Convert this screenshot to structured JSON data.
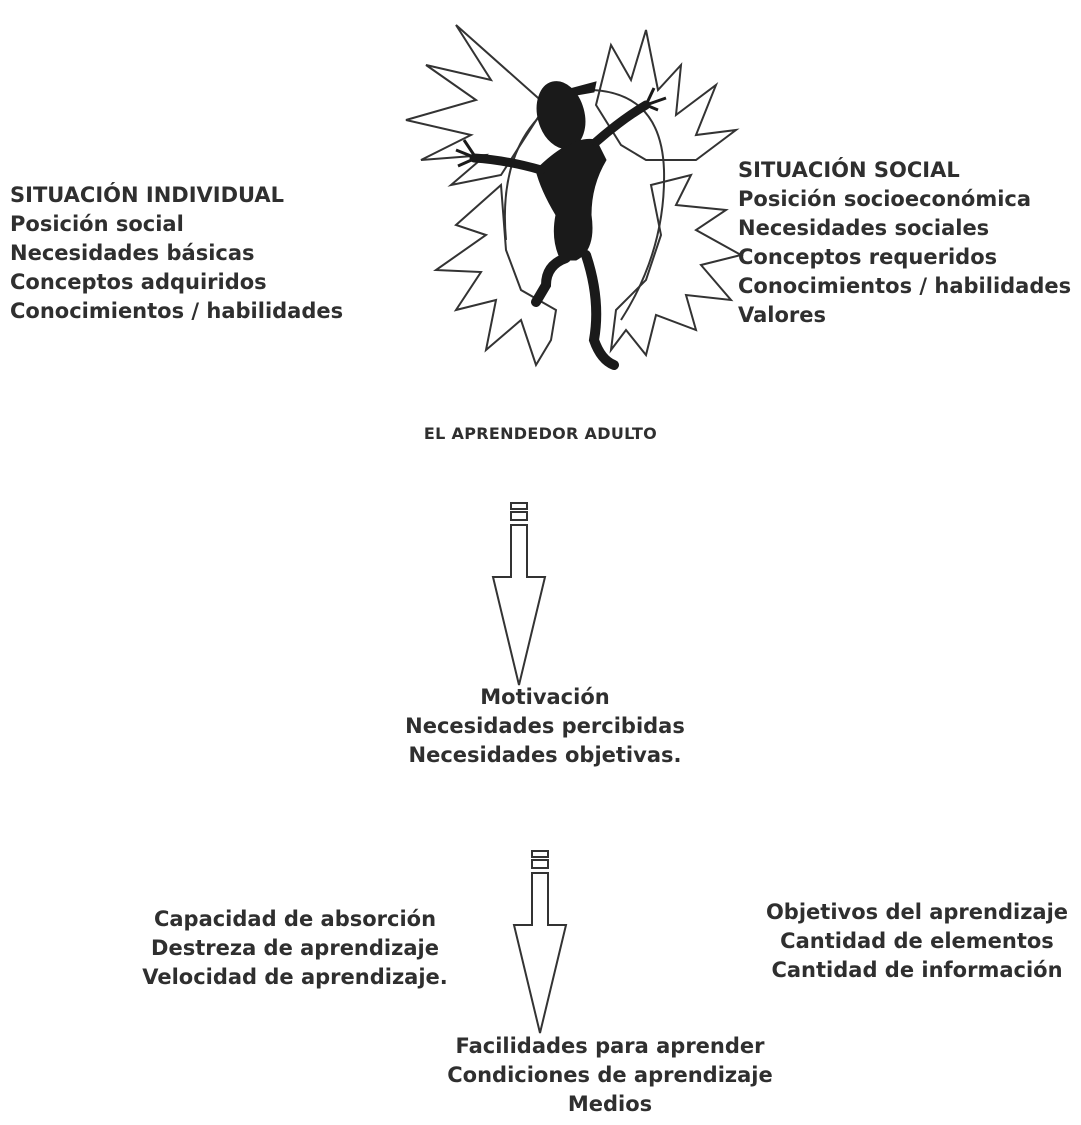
{
  "individual_situation": {
    "title": "SITUACIÓN INDIVIDUAL",
    "items": [
      "Posición social",
      "Necesidades básicas",
      "Conceptos adquiridos",
      "Conocimientos / habilidades"
    ]
  },
  "social_situation": {
    "title": "SITUACIÓN SOCIAL",
    "items": [
      "Posición socioeconómica",
      "Necesidades sociales",
      "Conceptos requeridos",
      "Conocimientos / habilidades",
      "Valores"
    ]
  },
  "figure_caption": "EL APRENDEDOR ADULTO",
  "motivation": {
    "items": [
      "Motivación",
      "Necesidades percibidas",
      "Necesidades objetivas."
    ]
  },
  "learner_capacity": {
    "items": [
      "Capacidad de absorción",
      "Destreza de aprendizaje",
      "Velocidad de aprendizaje."
    ]
  },
  "learning_objectives": {
    "items": [
      "Objetivos del aprendizaje",
      "Cantidad de elementos",
      "Cantidad de información"
    ]
  },
  "learning_facilities": {
    "items": [
      "Facilidades para aprender",
      "Condiciones de aprendizaje",
      "Medios"
    ]
  },
  "colors": {
    "text": "#2f2f2f",
    "ink": "#1a1a1a",
    "outline": "#333333"
  }
}
